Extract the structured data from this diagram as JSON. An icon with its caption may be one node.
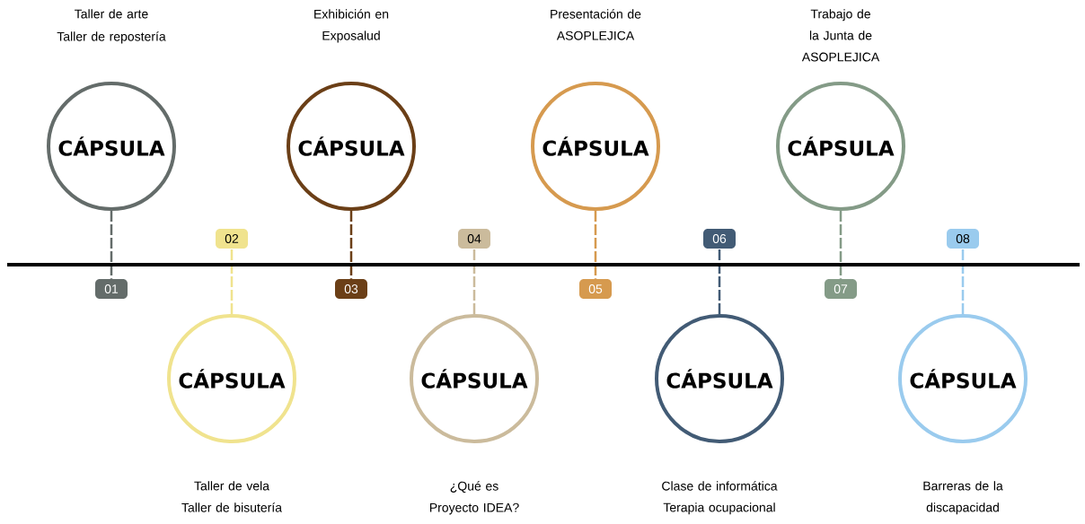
{
  "diagram": {
    "nodes": [
      {
        "text": [
          "CÁPSULA"
        ],
        "beside": [
          "Taller de arte",
          "Taller de repostería"
        ]
      },
      {
        "text": [
          "01"
        ]
      },
      {
        "text": [
          "CÁPSULA"
        ],
        "beside": [
          "Taller de vela",
          "Taller de bisutería"
        ]
      },
      {
        "text": [
          "02"
        ]
      },
      {
        "text": [
          "CÁPSULA"
        ],
        "beside": [
          "Exhibición en Exposalud"
        ]
      },
      {
        "text": [
          "03"
        ]
      },
      {
        "text": [
          "CÁPSULA"
        ],
        "beside": [
          "¿Qué es Proyecto IDEA?"
        ]
      },
      {
        "text": [
          "04"
        ]
      },
      {
        "text": [
          "CÁPSULA"
        ],
        "beside": [
          "Presentación de ASOPLEJICA"
        ]
      },
      {
        "text": [
          "05"
        ]
      },
      {
        "text": [
          "CÁPSULA"
        ],
        "beside": [
          "Clase de informática",
          "Terapia ocupacional"
        ]
      },
      {
        "text": [
          "06"
        ]
      },
      {
        "text": [
          "CÁPSULA"
        ],
        "beside": [
          "Trabajo de la Junta de ASOPLEJICA"
        ]
      },
      {
        "text": [
          "07"
        ]
      },
      {
        "text": [
          "CÁPSULA"
        ],
        "beside": [
          "Barreras de la discapacidad"
        ]
      },
      {
        "text": [
          "08"
        ]
      }
    ],
    "edges": [
      {
        "from": 0,
        "to": 1,
        "arrow": "none",
        "style": "dashed",
        "color": "#646c6a"
      },
      {
        "from": 2,
        "to": 3,
        "arrow": "none",
        "style": "dashed",
        "color": "#f0e38e"
      },
      {
        "from": 4,
        "to": 5,
        "arrow": "none",
        "style": "dashed",
        "color": "#6b3f17"
      },
      {
        "from": 6,
        "to": 7,
        "arrow": "none",
        "style": "dashed",
        "color": "#cbbb9c"
      },
      {
        "from": 8,
        "to": 9,
        "arrow": "none",
        "style": "dashed",
        "color": "#d69a4f"
      },
      {
        "from": 10,
        "to": 11,
        "arrow": "none",
        "style": "dashed",
        "color": "#425b75"
      },
      {
        "from": 12,
        "to": 13,
        "arrow": "none",
        "style": "dashed",
        "color": "#849b87"
      },
      {
        "from": 14,
        "to": 15,
        "arrow": "none",
        "style": "dashed",
        "color": "#9acbee"
      }
    ]
  }
}
